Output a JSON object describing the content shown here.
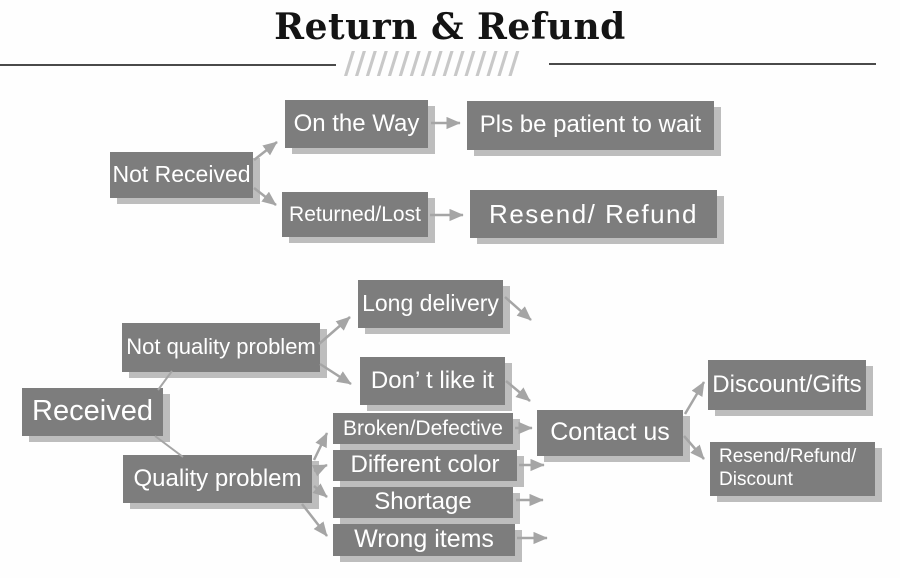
{
  "title": "Return & Refund",
  "hatch": "////////////////",
  "colors": {
    "node_bg": "#7d7d7d",
    "node_shadow": "#bdbdbd",
    "node_text": "#ffffff",
    "connector": "#a5a5a5",
    "title_text": "#141414",
    "rule": "#4a4a4a",
    "hatch_color": "#c8c8c8",
    "background": "#fefefe"
  },
  "nodes": {
    "not_received": "Not Received",
    "on_the_way": "On the Way",
    "pls_be_patient": "Pls be patient to wait",
    "returned_lost": "Returned/Lost",
    "resend_refund": "Resend/ Refund",
    "received": "Received",
    "not_quality_problem": "Not quality problem",
    "quality_problem": "Quality problem",
    "long_delivery": "Long delivery",
    "dont_like_it": "Don’ t like it",
    "broken_defective": "Broken/Defective",
    "different_color": "Different color",
    "shortage": "Shortage",
    "wrong_items": "Wrong items",
    "contact_us": "Contact us",
    "discount_gifts": "Discount/Gifts",
    "resend_refund_discount_line1": "Resend/Refund/",
    "resend_refund_discount_line2": "Discount"
  },
  "edges": [
    {
      "from": "not_received",
      "to": "on_the_way",
      "arrow": true
    },
    {
      "from": "not_received",
      "to": "returned_lost",
      "arrow": true
    },
    {
      "from": "on_the_way",
      "to": "pls_be_patient",
      "arrow": true
    },
    {
      "from": "returned_lost",
      "to": "resend_refund",
      "arrow": true
    },
    {
      "from": "received",
      "to": "not_quality_problem",
      "arrow": false
    },
    {
      "from": "received",
      "to": "quality_problem",
      "arrow": false
    },
    {
      "from": "not_quality_problem",
      "to": "long_delivery",
      "arrow": true
    },
    {
      "from": "not_quality_problem",
      "to": "dont_like_it",
      "arrow": true
    },
    {
      "from": "long_delivery",
      "to": "contact_us",
      "arrow": true
    },
    {
      "from": "dont_like_it",
      "to": "contact_us",
      "arrow": true
    },
    {
      "from": "quality_problem",
      "to": "broken_defective",
      "arrow": true
    },
    {
      "from": "quality_problem",
      "to": "different_color",
      "arrow": true
    },
    {
      "from": "quality_problem",
      "to": "shortage",
      "arrow": true
    },
    {
      "from": "quality_problem",
      "to": "wrong_items",
      "arrow": true
    },
    {
      "from": "broken_defective",
      "to": "contact_us",
      "arrow": true
    },
    {
      "from": "different_color",
      "to": "contact_us",
      "arrow": true
    },
    {
      "from": "shortage",
      "to": "contact_us",
      "arrow": true
    },
    {
      "from": "wrong_items",
      "to": "contact_us",
      "arrow": true
    },
    {
      "from": "contact_us",
      "to": "discount_gifts",
      "arrow": true
    },
    {
      "from": "contact_us",
      "to": "resend_refund_discount",
      "arrow": true
    }
  ]
}
